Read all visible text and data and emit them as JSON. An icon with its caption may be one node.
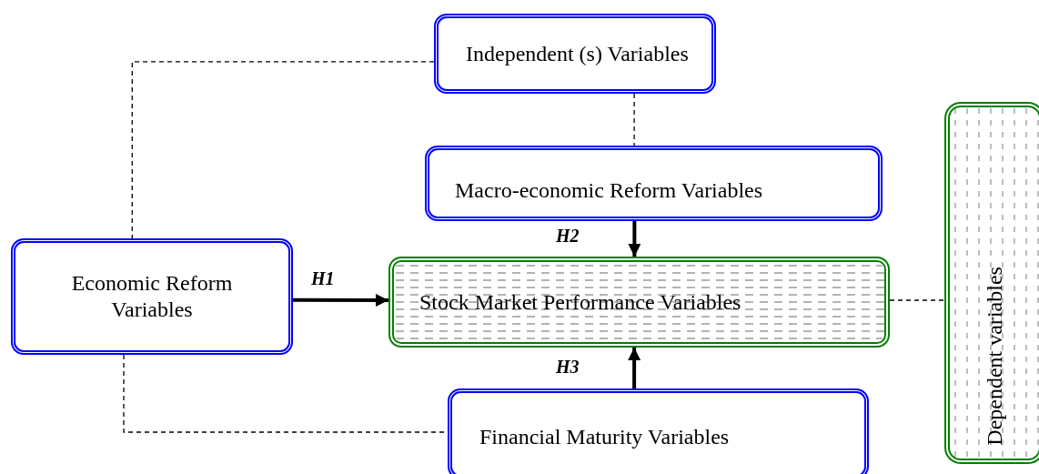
{
  "diagram": {
    "nodes": [
      {
        "text": [
          "Independent (s) Variables"
        ]
      },
      {
        "text": [
          "Macro-economic Reform Variables"
        ]
      },
      {
        "text": [
          "Economic Reform Variables"
        ]
      },
      {
        "text": [
          "Stock Market Performance Variables"
        ]
      },
      {
        "text": [
          "Financial Maturity Variables"
        ]
      },
      {
        "text": [
          "Dependent variables"
        ]
      }
    ],
    "edges": [
      {
        "from": 0,
        "to": 2,
        "arrow": "none",
        "style": "dashed"
      },
      {
        "from": 0,
        "to": 1,
        "arrow": "none",
        "style": "dashed"
      },
      {
        "from": 2,
        "to": 3,
        "arrow": "to",
        "style": "thick",
        "label": "H1"
      },
      {
        "from": 1,
        "to": 3,
        "arrow": "to",
        "style": "thick",
        "label": "H2"
      },
      {
        "from": 4,
        "to": 3,
        "arrow": "to",
        "style": "thick",
        "label": "H3"
      },
      {
        "from": 2,
        "to": 4,
        "arrow": "none",
        "style": "dashed"
      },
      {
        "from": 3,
        "to": 5,
        "arrow": "none",
        "style": "dashed"
      }
    ]
  }
}
